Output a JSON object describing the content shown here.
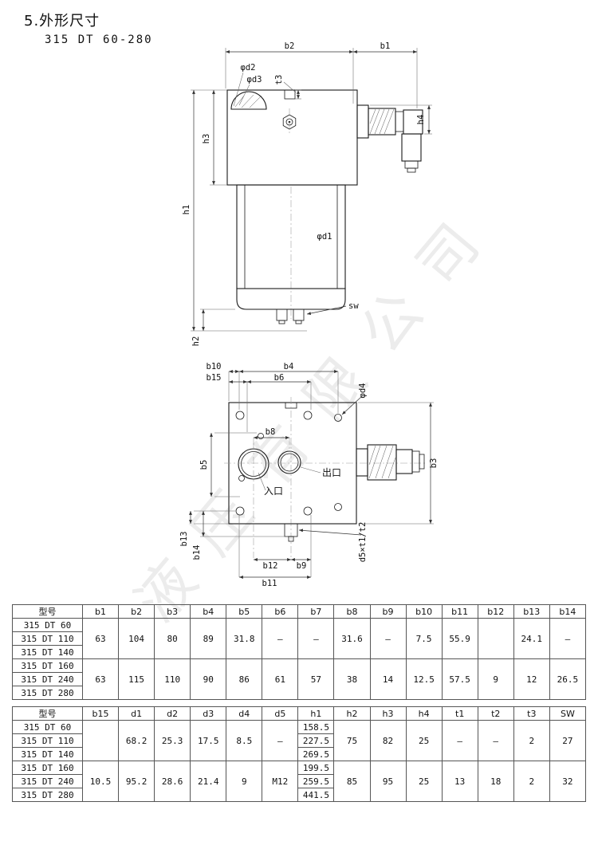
{
  "header": {
    "section_title": "5.外形尺寸",
    "model_range": "315 DT 60-280"
  },
  "watermark": {
    "text": "液压有限公司"
  },
  "drawing_top": {
    "labels": {
      "b2": "b2",
      "b1": "b1",
      "d2": "φd2",
      "d3": "φd3",
      "t3": "t3",
      "h4": "h4",
      "h3": "h3",
      "h1": "h1",
      "h2": "h2",
      "d1": "φd1",
      "sw": "sw"
    }
  },
  "drawing_bottom": {
    "labels": {
      "b10": "b10",
      "b4": "b4",
      "b15": "b15",
      "b6": "b6",
      "d4": "φd4",
      "b8": "b8",
      "b5": "b5",
      "b3": "b3",
      "outlet": "出口",
      "inlet": "入口",
      "b13": "b13",
      "b14": "b14",
      "b12": "b12",
      "b9": "b9",
      "b11": "b11",
      "d5t": "d5×t1/t2"
    }
  },
  "table1": {
    "headers": [
      "型号",
      "b1",
      "b2",
      "b3",
      "b4",
      "b5",
      "b6",
      "b7",
      "b8",
      "b9",
      "b10",
      "b11",
      "b12",
      "b13",
      "b14"
    ],
    "groups": [
      {
        "models": [
          "315 DT 60",
          "315 DT 110",
          "315 DT 140"
        ],
        "values": {
          "b1": "63",
          "b2": "104",
          "b3": "80",
          "b4": "89",
          "b5": "31.8",
          "b6": "—",
          "b7": "—",
          "b8": "31.6",
          "b9": "—",
          "b10": "7.5",
          "b11": "55.9",
          "b12": "",
          "b13": "24.1",
          "b14": "—"
        }
      },
      {
        "models": [
          "315 DT 160",
          "315 DT 240",
          "315 DT 280"
        ],
        "values": {
          "b1": "63",
          "b2": "115",
          "b3": "110",
          "b4": "90",
          "b5": "86",
          "b6": "61",
          "b7": "57",
          "b8": "38",
          "b9": "14",
          "b10": "12.5",
          "b11": "57.5",
          "b12": "9",
          "b13": "12",
          "b14": "26.5"
        }
      }
    ]
  },
  "table2": {
    "headers": [
      "型号",
      "b15",
      "d1",
      "d2",
      "d3",
      "d4",
      "d5",
      "h1",
      "h2",
      "h3",
      "h4",
      "t1",
      "t2",
      "t3",
      "SW"
    ],
    "groups": [
      {
        "models": [
          "315 DT 60",
          "315 DT 110",
          "315 DT 140"
        ],
        "h1": [
          "158.5",
          "227.5",
          "269.5"
        ],
        "values": {
          "b15": "",
          "d1": "68.2",
          "d2": "25.3",
          "d3": "17.5",
          "d4": "8.5",
          "d5": "—",
          "h2": "75",
          "h3": "82",
          "h4": "25",
          "t1": "—",
          "t2": "—",
          "t3": "2",
          "sw": "27"
        }
      },
      {
        "models": [
          "315 DT 160",
          "315 DT 240",
          "315 DT 280"
        ],
        "h1": [
          "199.5",
          "259.5",
          "441.5"
        ],
        "values": {
          "b15": "10.5",
          "d1": "95.2",
          "d2": "28.6",
          "d3": "21.4",
          "d4": "9",
          "d5": "M12",
          "h2": "85",
          "h3": "95",
          "h4": "25",
          "t1": "13",
          "t2": "18",
          "t3": "2",
          "sw": "32"
        }
      }
    ]
  }
}
